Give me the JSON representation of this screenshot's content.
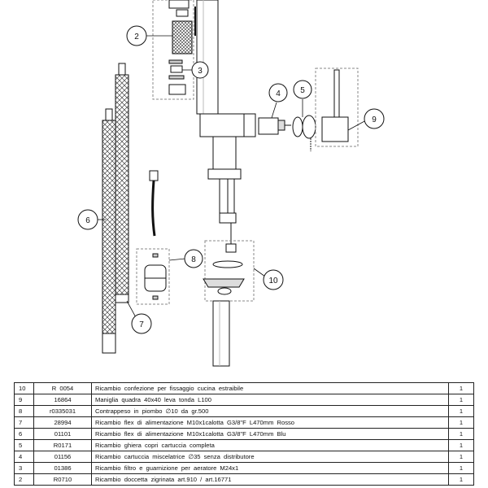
{
  "callouts": [
    "2",
    "3",
    "4",
    "5",
    "6",
    "7",
    "8",
    "9",
    "10"
  ],
  "parts_table": {
    "rows": [
      {
        "pos": "10",
        "code": "R 0054",
        "desc": "Ricambio confezione per fissaggio cucina estraibile",
        "qty": "1"
      },
      {
        "pos": "9",
        "code": "16864",
        "desc": "Maniglia quadra 40x40 leva tonda L100",
        "qty": "1"
      },
      {
        "pos": "8",
        "code": "r0335031",
        "desc": "Contrappeso in piombo ∅10 da gr.500",
        "qty": "1"
      },
      {
        "pos": "7",
        "code": "28994",
        "desc": "Ricambio flex di alimentazione M10x1calotta G3/8\"F L470mm Rosso",
        "qty": "1"
      },
      {
        "pos": "6",
        "code": "01101",
        "desc": "Ricambio flex di alimentazione M10x1calotta G3/8\"F L470mm Blu",
        "qty": "1"
      },
      {
        "pos": "5",
        "code": "R0171",
        "desc": "Ricambio ghiera copri cartuccia completa",
        "qty": "1"
      },
      {
        "pos": "4",
        "code": "01156",
        "desc": "Ricambio cartuccia miscelatrice ∅35 senza distributore",
        "qty": "1"
      },
      {
        "pos": "3",
        "code": "01386",
        "desc": "Ricambio filtro e guarnizione per aeratore M24x1",
        "qty": "1"
      },
      {
        "pos": "2",
        "code": "R0710",
        "desc": "Ricambio doccetta zigrinata art.910 / art.16771",
        "qty": "1"
      }
    ]
  }
}
